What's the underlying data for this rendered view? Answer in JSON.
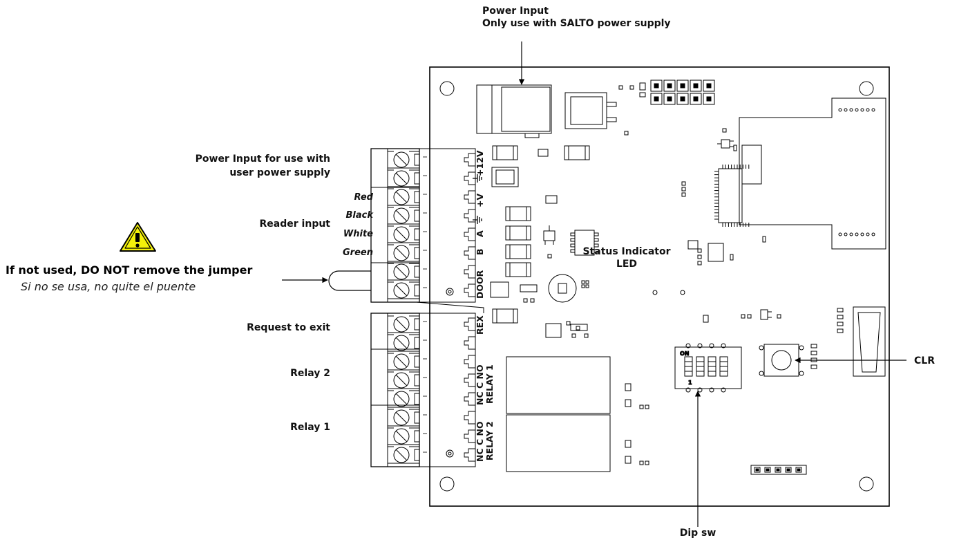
{
  "callouts": {
    "power_input_title": "Power Input",
    "power_input_note": "Only use with SALTO power supply",
    "user_power_line1": "Power Input for use with",
    "user_power_line2": "user power supply",
    "reader_input": "Reader input",
    "request_to_exit": "Request to exit",
    "relay_2": "Relay 2",
    "relay_1": "Relay 1",
    "status_line1": "Status Indicator",
    "status_line2": "LED",
    "clr": "CLR",
    "dip_sw": "Dip sw"
  },
  "wire_colors": [
    "Red",
    "Black",
    "White",
    "Green"
  ],
  "warning": {
    "icon": "warning-triangle-icon",
    "main": "If not used, DO NOT remove the jumper",
    "sub": "Si no se usa, no quite el puente"
  },
  "pins": {
    "v12": "+12V",
    "vplus": "+V",
    "a": "A",
    "b": "B",
    "door": "DOOR",
    "rex": "REX",
    "relay1_row": "NC  C  NO",
    "relay1_label": "RELAY 1",
    "relay2_row": "NC  C  NO",
    "relay2_label": "RELAY 2"
  },
  "dip": {
    "on": "ON",
    "one": "1"
  },
  "colors": {
    "warning_fill": "#f4f10a",
    "line": "#000000"
  }
}
